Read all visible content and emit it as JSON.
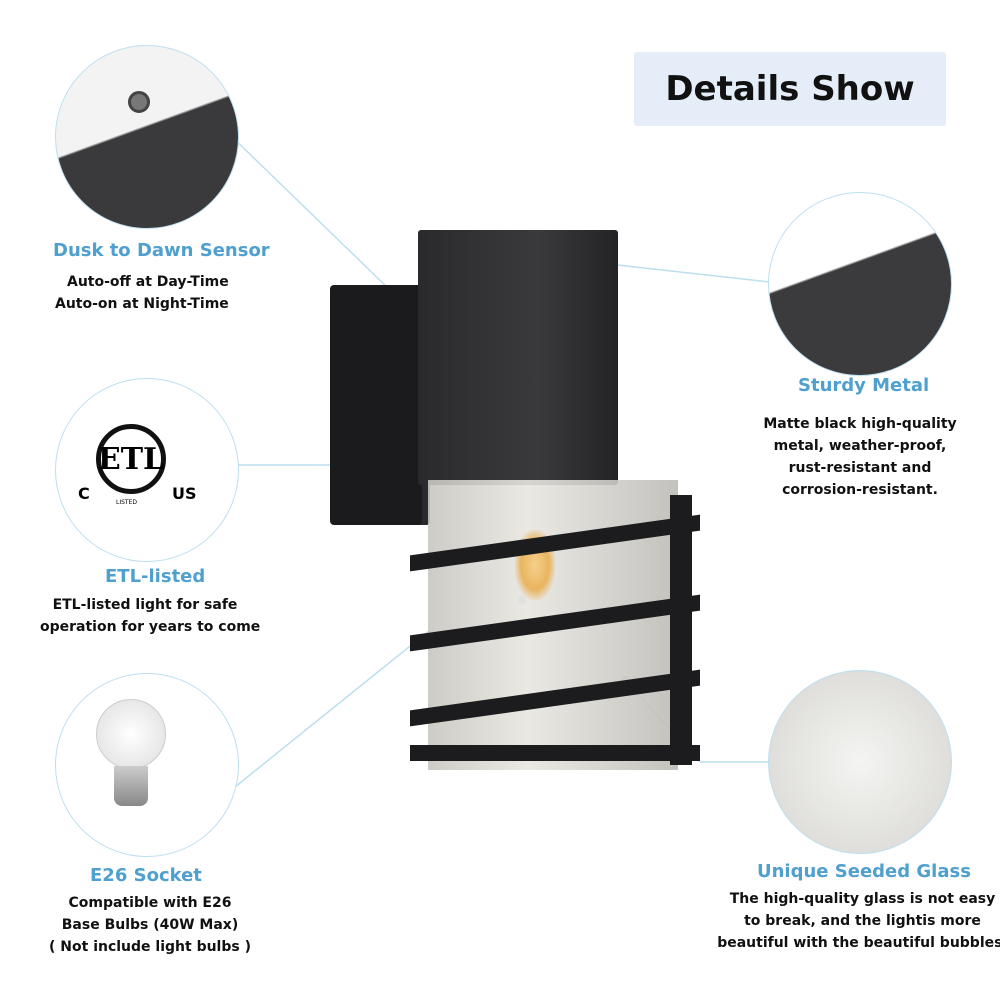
{
  "title": "Details Show",
  "features": [
    {
      "heading": "Dusk to Dawn Sensor",
      "lines": [
        "Auto-off at Day-Time",
        "Auto-on at  Night-Time"
      ]
    },
    {
      "heading": "ETL-listed",
      "lines": [
        "ETL-listed light for safe",
        "operation for years to come"
      ]
    },
    {
      "heading": "E26 Socket",
      "lines": [
        "Compatible with E26",
        "Base Bulbs  (40W Max)",
        "( Not include light bulbs )"
      ]
    },
    {
      "heading": "Sturdy Metal",
      "lines": [
        "Matte black high-quality",
        "metal, weather-proof,",
        "rust-resistant and",
        "corrosion-resistant."
      ]
    },
    {
      "heading": "Unique Seeded Glass",
      "lines": [
        "The high-quality glass is not easy",
        "to break, and the lightis more",
        "beautiful with the beautiful bubbles."
      ]
    }
  ],
  "etl_logo": {
    "left": "C",
    "right": "US",
    "center": "ETL",
    "small": "LISTED"
  },
  "colors": {
    "accent": "#4f9fcf",
    "title_bg": "#e4edf8",
    "line": "#bcdff0"
  }
}
